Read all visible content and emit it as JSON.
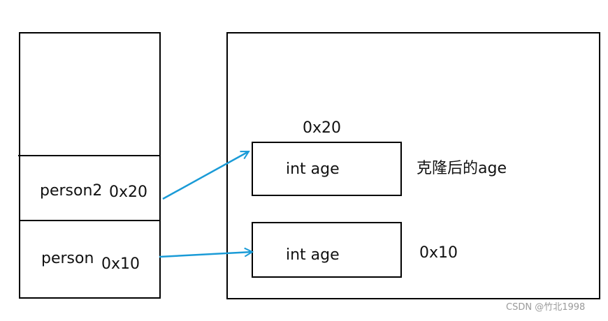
{
  "stack": {
    "person2_var": "person2",
    "person2_addr": "0x20",
    "person_var": "person",
    "person_addr": "0x10"
  },
  "heap": {
    "obj_clone_addr": "0x20",
    "obj_clone_field": "int age",
    "obj_clone_note": "克隆后的age",
    "obj_orig_field": "int age",
    "obj_orig_addr": "0x10"
  },
  "watermark": "CSDN @竹北1998",
  "colors": {
    "arrow": "#1a9bd7",
    "outline": "#000000"
  }
}
